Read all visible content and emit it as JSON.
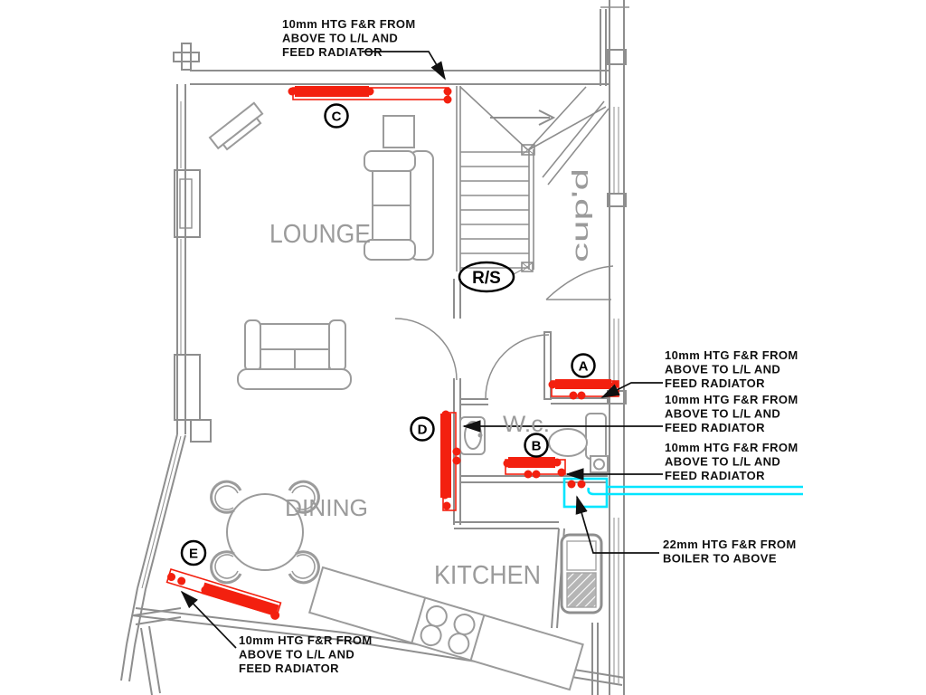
{
  "drawing": {
    "rooms": {
      "lounge": "LOUNGE",
      "dining": "DINING",
      "kitchen": "KITCHEN",
      "wc": "W.c.",
      "cupboard": "cup'd"
    },
    "stair_tag": "R/S",
    "radiator_tags": {
      "a": "A",
      "b": "B",
      "c": "C",
      "d": "D",
      "e": "E"
    },
    "notes": {
      "rad10": [
        "10mm HTG F&R FROM",
        "ABOVE TO L/L AND",
        "FEED RADIATOR"
      ],
      "boiler22": [
        "22mm HTG F&R FROM",
        "BOILER TO ABOVE"
      ]
    },
    "colors": {
      "radiator": "#f3200f",
      "pipe": "#00e5ff",
      "wall": "#8e8e8e",
      "furniture": "#9b9b9b",
      "annotation": "#111111",
      "room_label": "#9b9b9b"
    }
  }
}
